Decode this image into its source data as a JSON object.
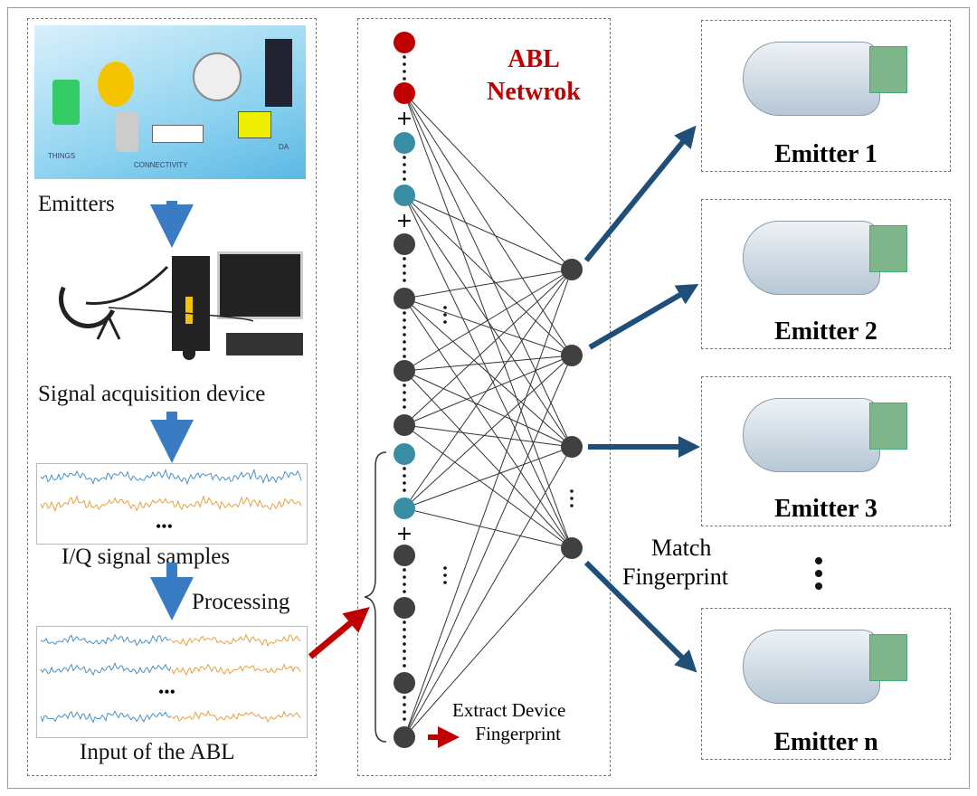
{
  "left_panel": {
    "emitters_label": "Emitters",
    "scene_labels": [
      "THINGS",
      "CONNECTIVITY",
      "DA"
    ],
    "acquisition_label": "Signal acquisition device",
    "iq_label": "I/Q signal samples",
    "processing_label": "Processing",
    "input_label": "Input of the ABL",
    "ellipsis": "•••"
  },
  "network": {
    "title_line1": "ABL",
    "title_line2": "Netwrok",
    "extract_line1": "Extract Device",
    "extract_line2": "Fingerprint"
  },
  "match_label_line1": "Match",
  "match_label_line2": "Fingerprint",
  "emitters": [
    {
      "label": "Emitter 1"
    },
    {
      "label": "Emitter 2"
    },
    {
      "label": "Emitter 3"
    },
    {
      "label": "Emitter n"
    }
  ],
  "colors": {
    "red_node": "#c00000",
    "teal_node": "#3a8ea3",
    "dark_node": "#404040",
    "blue_arrow": "#1f4e79",
    "red_arrow": "#c00000",
    "title_red": "#c00000",
    "down_arrow": "#3a7cc4"
  }
}
